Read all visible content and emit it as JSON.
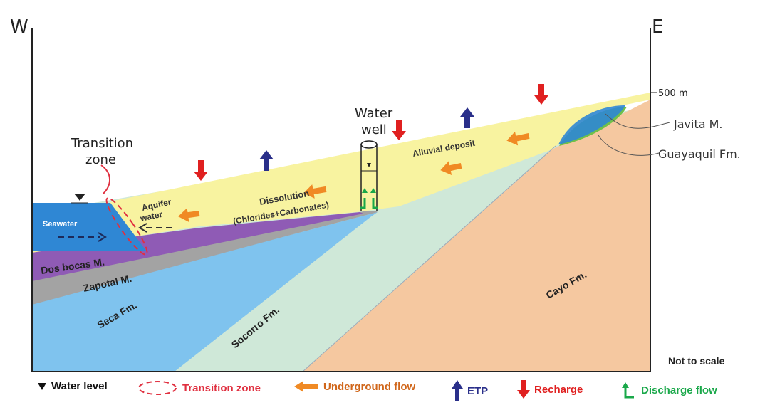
{
  "directions": {
    "west": "W",
    "east": "E"
  },
  "elevation_label": "500 m",
  "scale_note": "Not to scale",
  "units": {
    "seawater": "Seawater",
    "dos_bocas": "Dos bocas M.",
    "zapotal": "Zapotal M.",
    "seca": "Seca Fm.",
    "socorro": "Socorro Fm.",
    "cayo": "Cayo Fm.",
    "javita": "Javita M.",
    "guayaquil": "Guayaquil Fm.",
    "alluvial": "Alluvial deposit"
  },
  "annotations": {
    "transition_zone_1": "Transition",
    "transition_zone_2": "zone",
    "aquifer_1": "Aquifer",
    "aquifer_2": "water",
    "dissolution_1": "Dissolution",
    "dissolution_2": "(Chlorides+Carbonates)",
    "water_well_1": "Water",
    "water_well_2": "well"
  },
  "legend": {
    "water_level": "Water level",
    "transition_zone": "Transition zone",
    "underground_flow": "Underground flow",
    "etp": "ETP",
    "recharge": "Recharge",
    "discharge_flow": "Discharge flow"
  },
  "colors": {
    "seawater": "#2f87d4",
    "dos_bocas": "#8f5bb5",
    "zapotal": "#a3a3a3",
    "seca": "#7fc3ee",
    "socorro": "#cfe8d8",
    "cayo": "#f5c8a0",
    "alluvial": "#f8f3a0",
    "recharge": "#e02020",
    "etp": "#2a2f8a",
    "underground_flow": "#f08a24",
    "discharge": "#1aa84a",
    "transition": "#e03040"
  }
}
